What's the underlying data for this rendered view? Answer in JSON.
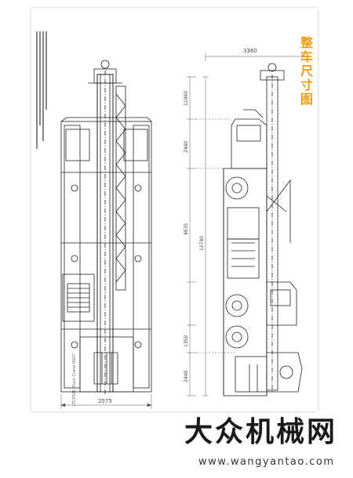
{
  "page": {
    "title_vertical": [
      "整",
      "车",
      "尺",
      "寸",
      "图"
    ],
    "model_caption": "LTC0505 Truck Crane 0607"
  },
  "side_view_dimensions": {
    "overall_length": "3380",
    "front_overhang": "11960",
    "cab_height": "2440",
    "wheelbase_1": "4635",
    "total_length": "12740",
    "axle_spacing": "1350",
    "rear_overhang": "2440"
  },
  "top_view_dimensions": {
    "width": "2575"
  },
  "watermark": {
    "text": "大众机械网",
    "url": "www.wangyantao.com"
  },
  "colors": {
    "title": "#f39c12",
    "line": "#222222",
    "dim": "#555555"
  }
}
